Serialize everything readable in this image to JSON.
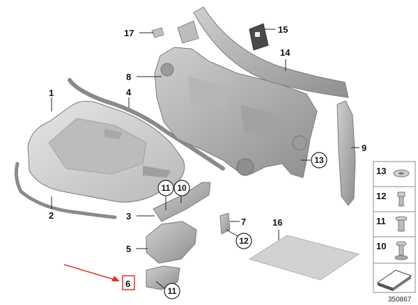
{
  "callouts": {
    "c1": "1",
    "c2": "2",
    "c3": "3",
    "c4": "4",
    "c5": "5",
    "c6": "6",
    "c7": "7",
    "c8": "8",
    "c9": "9",
    "c14": "14",
    "c15": "15",
    "c16": "16",
    "c17": "17"
  },
  "circled": {
    "c11a": "11",
    "c10a": "10",
    "c12a": "12",
    "c13a": "13",
    "c11b": "11"
  },
  "side_panel": {
    "items": [
      "13",
      "12",
      "11",
      "10"
    ]
  },
  "reference_number": "350867",
  "colors": {
    "highlight_red": "#e0332b",
    "part_fill": "#cfcfcf",
    "part_dark": "#a9a9a9"
  }
}
